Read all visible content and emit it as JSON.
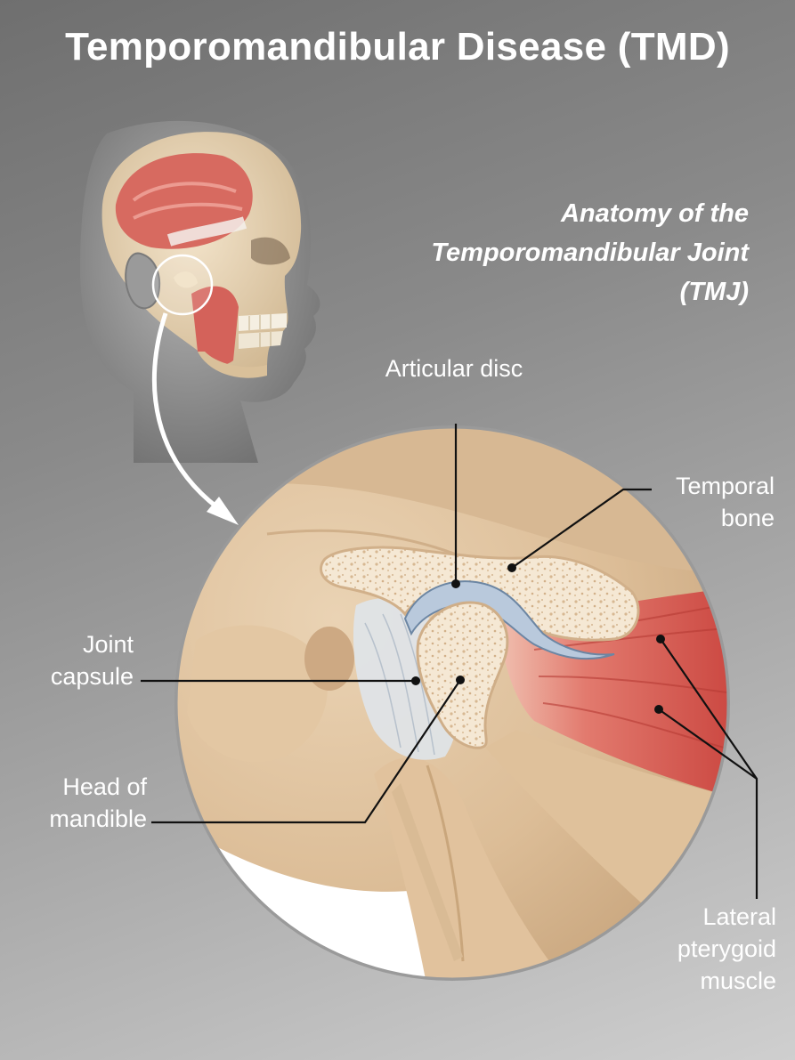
{
  "title": "Temporomandibular Disease (TMD)",
  "subtitle": "Anatomy of the Temporomandibular Joint (TMJ)",
  "labels": {
    "articular_disc": "Articular disc",
    "temporal_bone": "Temporal bone",
    "joint_capsule": "Joint capsule",
    "head_of_mandible": "Head of mandible",
    "lateral_pterygoid_muscle": "Lateral pterygoid muscle"
  },
  "colors": {
    "background_dark": "#6f6f6f",
    "background_light": "#cfcfcf",
    "bone": "#e6c9a6",
    "bone_cut": "#f4e6cf",
    "muscle": "#d9605a",
    "disc": "#b9c9dc",
    "label_text": "#ffffff",
    "leader_line": "#111111"
  }
}
